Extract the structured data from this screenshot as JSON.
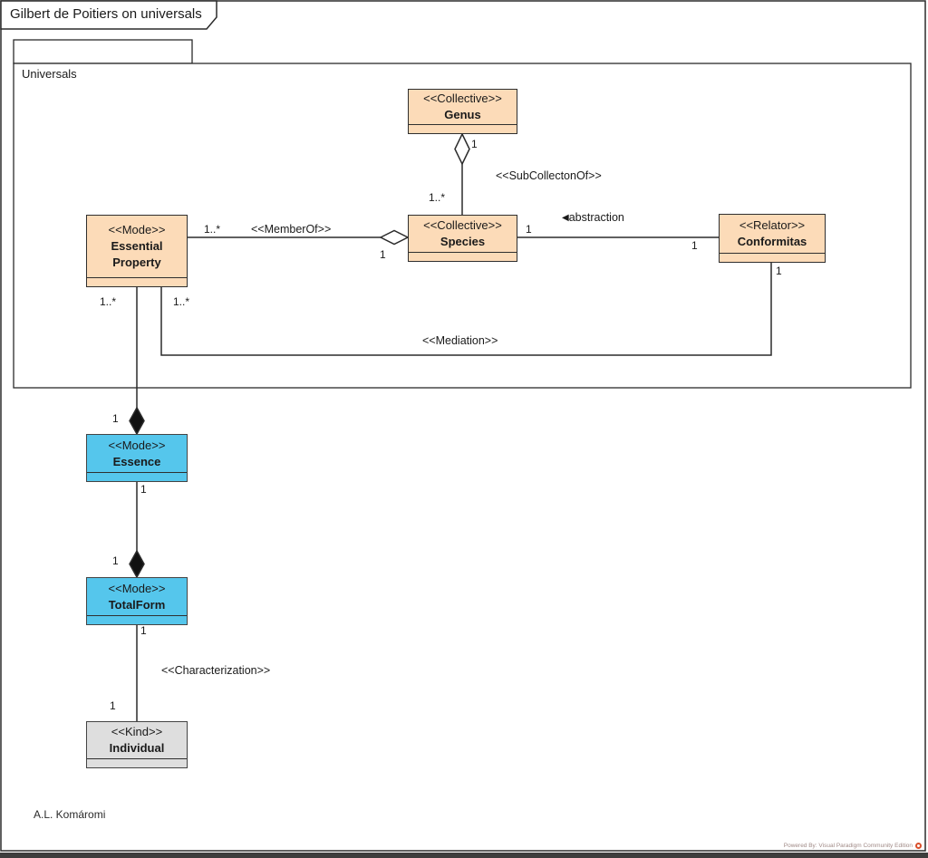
{
  "frame": {
    "title": "Gilbert de Poitiers on universals"
  },
  "package": {
    "name": "Universals"
  },
  "classes": {
    "genus": {
      "stereotype": "<<Collective>>",
      "name": "Genus"
    },
    "species": {
      "stereotype": "<<Collective>>",
      "name": "Species"
    },
    "essentialProperty": {
      "stereotype": "<<Mode>>",
      "name1": "Essential",
      "name2": "Property"
    },
    "conformitas": {
      "stereotype": "<<Relator>>",
      "name": "Conformitas"
    },
    "essence": {
      "stereotype": "<<Mode>>",
      "name": "Essence"
    },
    "totalForm": {
      "stereotype": "<<Mode>>",
      "name": "TotalForm"
    },
    "individual": {
      "stereotype": "<<Kind>>",
      "name": "Individual"
    }
  },
  "relations": {
    "subCollectonOf": {
      "label": "<<SubCollectonOf>>",
      "genusEnd": "1",
      "speciesEnd": "1..*"
    },
    "memberOf": {
      "label": "<<MemberOf>>",
      "epEnd": "1..*",
      "speciesEnd": "1"
    },
    "abstraction": {
      "arrow": "◀",
      "label": "abstraction",
      "speciesEnd": "1",
      "conformitasEnd": "1"
    },
    "mediation": {
      "label": "<<Mediation>>",
      "epEnd": "1..*",
      "conformitasEnd": "1"
    },
    "epEssence": {
      "epEnd": "1..*",
      "essenceEnd": "1"
    },
    "essenceTotalForm": {
      "essenceEnd": "1",
      "totalFormEnd": "1"
    },
    "characterization": {
      "label": "<<Characterization>>",
      "totalFormEnd": "1",
      "individualEnd": "1"
    }
  },
  "footer": {
    "author": "A.L. Komáromi",
    "watermark": "Powered By: Visual Paradigm Community Edition"
  },
  "colors": {
    "collective_fill": "#FCDBB8",
    "mode_fill": "#55C6EC",
    "kind_fill": "#DEDEDE",
    "line": "#2B2B2B",
    "bottom_bar": "#3D3D3D",
    "vp_logo": "#D94F2B"
  }
}
